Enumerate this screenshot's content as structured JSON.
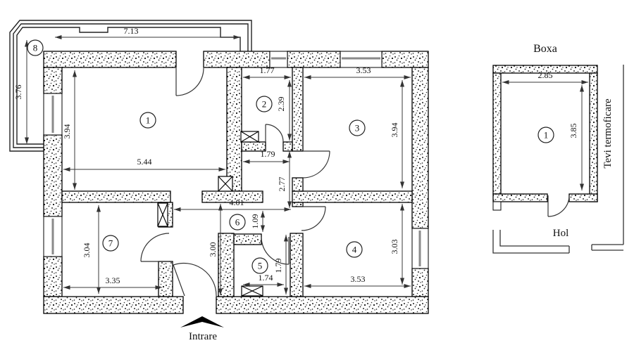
{
  "labels": {
    "boxa": "Boxa",
    "hol": "Hol",
    "tevi_termoficare": "Tevi termoficare",
    "intrare": "Intrare"
  },
  "rooms": {
    "r1": "1",
    "r2": "2",
    "r3": "3",
    "r4": "4",
    "r5": "5",
    "r6": "6",
    "r7": "7",
    "r8": "8",
    "boxa_room": "1"
  },
  "dimensions": {
    "balcony_w": "7.13",
    "balcony_d": "3.76",
    "room1_h": "3.94",
    "room1_w": "5.44",
    "room2_w": "1.77",
    "room2_h": "2.39",
    "room3_w": "3.53",
    "room3_h": "3.94",
    "passage_w": "1.79",
    "corridor_h": "2.77",
    "hall_w": "4.01",
    "hall_alcove": "1.09",
    "hall_h": "3.00",
    "room7_h": "3.04",
    "room7_w": "3.35",
    "room5_w": "1.74",
    "room5_h": "1.79",
    "room4_w": "3.53",
    "room4_h": "3.03",
    "boxa_w": "2.85",
    "boxa_h": "3.85"
  }
}
